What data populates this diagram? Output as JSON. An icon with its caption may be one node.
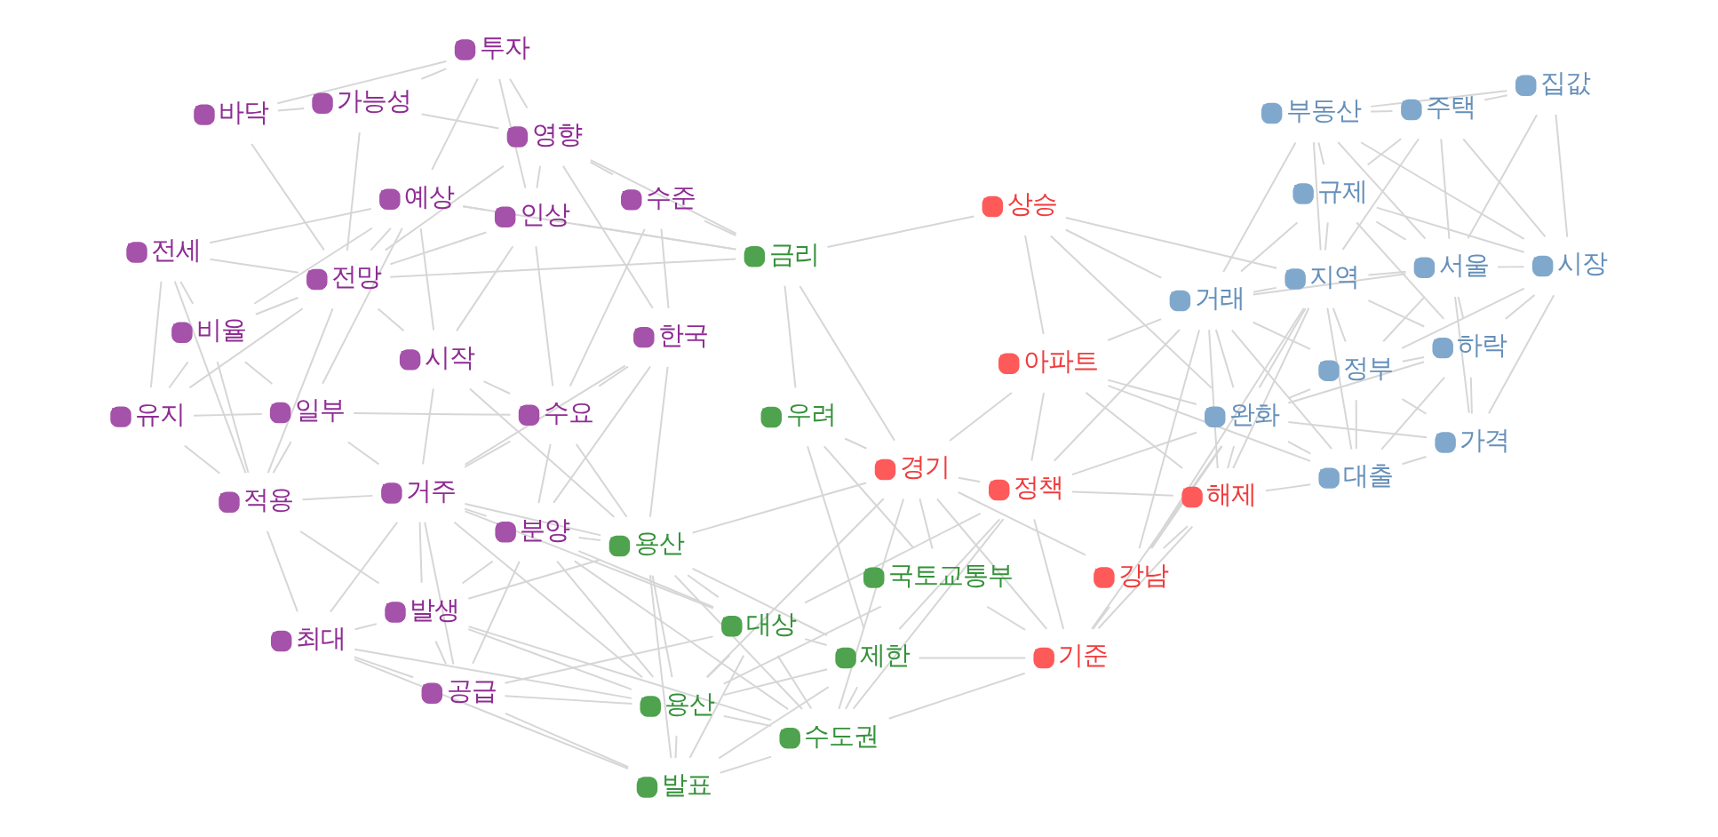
{
  "diagram": {
    "nodes": [
      {
        "text": [
          "발표"
        ]
      },
      {
        "text": [
          "정책"
        ]
      },
      {
        "text": [
          "제한"
        ]
      },
      {
        "text": [
          "대상"
        ]
      },
      {
        "text": [
          "수도권"
        ]
      },
      {
        "text": [
          "공급"
        ]
      },
      {
        "text": [
          "아파트"
        ]
      },
      {
        "text": [
          "기준"
        ]
      },
      {
        "text": [
          "최대"
        ]
      },
      {
        "text": [
          "해제"
        ]
      },
      {
        "text": [
          "용산"
        ]
      },
      {
        "text": [
          "국토교통부"
        ]
      },
      {
        "text": [
          "대출"
        ]
      },
      {
        "text": [
          "우려"
        ]
      },
      {
        "text": [
          "발생"
        ]
      },
      {
        "text": [
          "분양"
        ]
      },
      {
        "text": [
          "강남"
        ]
      },
      {
        "text": [
          "경기"
        ]
      },
      {
        "text": [
          "완화"
        ]
      },
      {
        "text": [
          "적용"
        ]
      },
      {
        "text": [
          "거주"
        ]
      },
      {
        "text": [
          "용산"
        ]
      },
      {
        "text": [
          "정부"
        ]
      },
      {
        "text": [
          "거래"
        ]
      },
      {
        "text": [
          "상승"
        ]
      },
      {
        "text": [
          "유지"
        ]
      },
      {
        "text": [
          "일부"
        ]
      },
      {
        "text": [
          "수요"
        ]
      },
      {
        "text": [
          "한국"
        ]
      },
      {
        "text": [
          "가격"
        ]
      },
      {
        "text": [
          "지역"
        ]
      },
      {
        "text": [
          "하락"
        ]
      },
      {
        "text": [
          "비율"
        ]
      },
      {
        "text": [
          "수준"
        ]
      },
      {
        "text": [
          "금리"
        ]
      },
      {
        "text": [
          "시작"
        ]
      },
      {
        "text": [
          "전세"
        ]
      },
      {
        "text": [
          "서울"
        ]
      },
      {
        "text": [
          "규제"
        ]
      },
      {
        "text": [
          "예상"
        ]
      },
      {
        "text": [
          "전망"
        ]
      },
      {
        "text": [
          "인상"
        ]
      },
      {
        "text": [
          "부동산"
        ]
      },
      {
        "text": [
          "시장"
        ]
      },
      {
        "text": [
          "영향"
        ]
      },
      {
        "text": [
          "가능성"
        ]
      },
      {
        "text": [
          "투자"
        ]
      },
      {
        "text": [
          "주택"
        ]
      },
      {
        "text": [
          "바닥"
        ]
      },
      {
        "text": [
          "집값"
        ]
      }
    ],
    "edges": [
      {
        "from": 0,
        "to": 3,
        "arrow": "none"
      },
      {
        "from": 0,
        "to": 4,
        "arrow": "none"
      },
      {
        "from": 0,
        "to": 10,
        "arrow": "none"
      },
      {
        "from": 0,
        "to": 2,
        "arrow": "none"
      },
      {
        "from": 0,
        "to": 8,
        "arrow": "none"
      },
      {
        "from": 0,
        "to": 5,
        "arrow": "none"
      },
      {
        "from": 0,
        "to": 21,
        "arrow": "none"
      },
      {
        "from": 1,
        "to": 2,
        "arrow": "none"
      },
      {
        "from": 1,
        "to": 4,
        "arrow": "none"
      },
      {
        "from": 1,
        "to": 3,
        "arrow": "none"
      },
      {
        "from": 1,
        "to": 17,
        "arrow": "none"
      },
      {
        "from": 1,
        "to": 9,
        "arrow": "none"
      },
      {
        "from": 1,
        "to": 6,
        "arrow": "none"
      },
      {
        "from": 1,
        "to": 18,
        "arrow": "none"
      },
      {
        "from": 1,
        "to": 23,
        "arrow": "none"
      },
      {
        "from": 1,
        "to": 7,
        "arrow": "none"
      },
      {
        "from": 2,
        "to": 3,
        "arrow": "none"
      },
      {
        "from": 2,
        "to": 4,
        "arrow": "none"
      },
      {
        "from": 2,
        "to": 13,
        "arrow": "none"
      },
      {
        "from": 2,
        "to": 21,
        "arrow": "none"
      },
      {
        "from": 2,
        "to": 10,
        "arrow": "none"
      },
      {
        "from": 2,
        "to": 7,
        "arrow": "none"
      },
      {
        "from": 3,
        "to": 4,
        "arrow": "none"
      },
      {
        "from": 3,
        "to": 10,
        "arrow": "none"
      },
      {
        "from": 3,
        "to": 21,
        "arrow": "none"
      },
      {
        "from": 3,
        "to": 5,
        "arrow": "none"
      },
      {
        "from": 3,
        "to": 15,
        "arrow": "none"
      },
      {
        "from": 3,
        "to": 20,
        "arrow": "none"
      },
      {
        "from": 4,
        "to": 21,
        "arrow": "none"
      },
      {
        "from": 4,
        "to": 17,
        "arrow": "none"
      },
      {
        "from": 4,
        "to": 7,
        "arrow": "none"
      },
      {
        "from": 4,
        "to": 10,
        "arrow": "none"
      },
      {
        "from": 4,
        "to": 15,
        "arrow": "none"
      },
      {
        "from": 4,
        "to": 14,
        "arrow": "none"
      },
      {
        "from": 7,
        "to": 9,
        "arrow": "none"
      },
      {
        "from": 7,
        "to": 16,
        "arrow": "none"
      },
      {
        "from": 7,
        "to": 11,
        "arrow": "none"
      },
      {
        "from": 7,
        "to": 17,
        "arrow": "none"
      },
      {
        "from": 7,
        "to": 18,
        "arrow": "none"
      },
      {
        "from": 9,
        "to": 16,
        "arrow": "none"
      },
      {
        "from": 9,
        "to": 6,
        "arrow": "none"
      },
      {
        "from": 9,
        "to": 18,
        "arrow": "none"
      },
      {
        "from": 9,
        "to": 23,
        "arrow": "none"
      },
      {
        "from": 9,
        "to": 30,
        "arrow": "none"
      },
      {
        "from": 9,
        "to": 12,
        "arrow": "none"
      },
      {
        "from": 6,
        "to": 24,
        "arrow": "none"
      },
      {
        "from": 6,
        "to": 17,
        "arrow": "none"
      },
      {
        "from": 6,
        "to": 18,
        "arrow": "none"
      },
      {
        "from": 6,
        "to": 12,
        "arrow": "none"
      },
      {
        "from": 6,
        "to": 23,
        "arrow": "none"
      },
      {
        "from": 11,
        "to": 13,
        "arrow": "none"
      },
      {
        "from": 11,
        "to": 17,
        "arrow": "none"
      },
      {
        "from": 11,
        "to": 10,
        "arrow": "none"
      },
      {
        "from": 13,
        "to": 34,
        "arrow": "none"
      },
      {
        "from": 13,
        "to": 17,
        "arrow": "none"
      },
      {
        "from": 16,
        "to": 17,
        "arrow": "none"
      },
      {
        "from": 16,
        "to": 18,
        "arrow": "none"
      },
      {
        "from": 16,
        "to": 23,
        "arrow": "none"
      },
      {
        "from": 16,
        "to": 30,
        "arrow": "none"
      },
      {
        "from": 17,
        "to": 34,
        "arrow": "none"
      },
      {
        "from": 17,
        "to": 21,
        "arrow": "none"
      },
      {
        "from": 17,
        "to": 10,
        "arrow": "none"
      },
      {
        "from": 24,
        "to": 34,
        "arrow": "none"
      },
      {
        "from": 24,
        "to": 18,
        "arrow": "none"
      },
      {
        "from": 24,
        "to": 23,
        "arrow": "none"
      },
      {
        "from": 21,
        "to": 15,
        "arrow": "none"
      },
      {
        "from": 21,
        "to": 20,
        "arrow": "none"
      },
      {
        "from": 21,
        "to": 28,
        "arrow": "none"
      },
      {
        "from": 21,
        "to": 27,
        "arrow": "none"
      },
      {
        "from": 21,
        "to": 14,
        "arrow": "none"
      },
      {
        "from": 21,
        "to": 35,
        "arrow": "none"
      },
      {
        "from": 21,
        "to": 10,
        "arrow": "none"
      },
      {
        "from": 10,
        "to": 15,
        "arrow": "none"
      },
      {
        "from": 10,
        "to": 20,
        "arrow": "none"
      },
      {
        "from": 10,
        "to": 5,
        "arrow": "none"
      },
      {
        "from": 10,
        "to": 14,
        "arrow": "none"
      },
      {
        "from": 10,
        "to": 8,
        "arrow": "none"
      },
      {
        "from": 34,
        "to": 41,
        "arrow": "none"
      },
      {
        "from": 34,
        "to": 40,
        "arrow": "none"
      },
      {
        "from": 34,
        "to": 33,
        "arrow": "none"
      },
      {
        "from": 34,
        "to": 39,
        "arrow": "none"
      },
      {
        "from": 34,
        "to": 44,
        "arrow": "none"
      },
      {
        "from": 5,
        "to": 8,
        "arrow": "none"
      },
      {
        "from": 5,
        "to": 14,
        "arrow": "none"
      },
      {
        "from": 5,
        "to": 20,
        "arrow": "none"
      },
      {
        "from": 5,
        "to": 15,
        "arrow": "none"
      },
      {
        "from": 8,
        "to": 14,
        "arrow": "none"
      },
      {
        "from": 8,
        "to": 19,
        "arrow": "none"
      },
      {
        "from": 8,
        "to": 20,
        "arrow": "none"
      },
      {
        "from": 14,
        "to": 19,
        "arrow": "none"
      },
      {
        "from": 14,
        "to": 15,
        "arrow": "none"
      },
      {
        "from": 14,
        "to": 20,
        "arrow": "none"
      },
      {
        "from": 15,
        "to": 20,
        "arrow": "none"
      },
      {
        "from": 15,
        "to": 27,
        "arrow": "none"
      },
      {
        "from": 15,
        "to": 28,
        "arrow": "none"
      },
      {
        "from": 19,
        "to": 20,
        "arrow": "none"
      },
      {
        "from": 19,
        "to": 25,
        "arrow": "none"
      },
      {
        "from": 19,
        "to": 26,
        "arrow": "none"
      },
      {
        "from": 19,
        "to": 32,
        "arrow": "none"
      },
      {
        "from": 19,
        "to": 36,
        "arrow": "none"
      },
      {
        "from": 19,
        "to": 40,
        "arrow": "none"
      },
      {
        "from": 20,
        "to": 27,
        "arrow": "none"
      },
      {
        "from": 20,
        "to": 28,
        "arrow": "none"
      },
      {
        "from": 20,
        "to": 35,
        "arrow": "none"
      },
      {
        "from": 20,
        "to": 26,
        "arrow": "none"
      },
      {
        "from": 25,
        "to": 26,
        "arrow": "none"
      },
      {
        "from": 25,
        "to": 32,
        "arrow": "none"
      },
      {
        "from": 25,
        "to": 36,
        "arrow": "none"
      },
      {
        "from": 25,
        "to": 40,
        "arrow": "none"
      },
      {
        "from": 26,
        "to": 27,
        "arrow": "none"
      },
      {
        "from": 26,
        "to": 32,
        "arrow": "none"
      },
      {
        "from": 26,
        "to": 39,
        "arrow": "none"
      },
      {
        "from": 27,
        "to": 28,
        "arrow": "none"
      },
      {
        "from": 27,
        "to": 35,
        "arrow": "none"
      },
      {
        "from": 27,
        "to": 33,
        "arrow": "none"
      },
      {
        "from": 27,
        "to": 41,
        "arrow": "none"
      },
      {
        "from": 28,
        "to": 33,
        "arrow": "none"
      },
      {
        "from": 28,
        "to": 44,
        "arrow": "none"
      },
      {
        "from": 32,
        "to": 36,
        "arrow": "none"
      },
      {
        "from": 32,
        "to": 40,
        "arrow": "none"
      },
      {
        "from": 32,
        "to": 39,
        "arrow": "none"
      },
      {
        "from": 36,
        "to": 40,
        "arrow": "none"
      },
      {
        "from": 36,
        "to": 39,
        "arrow": "none"
      },
      {
        "from": 35,
        "to": 39,
        "arrow": "none"
      },
      {
        "from": 35,
        "to": 41,
        "arrow": "none"
      },
      {
        "from": 35,
        "to": 40,
        "arrow": "none"
      },
      {
        "from": 39,
        "to": 40,
        "arrow": "none"
      },
      {
        "from": 39,
        "to": 41,
        "arrow": "none"
      },
      {
        "from": 39,
        "to": 46,
        "arrow": "none"
      },
      {
        "from": 40,
        "to": 45,
        "arrow": "none"
      },
      {
        "from": 40,
        "to": 48,
        "arrow": "none"
      },
      {
        "from": 40,
        "to": 44,
        "arrow": "none"
      },
      {
        "from": 40,
        "to": 41,
        "arrow": "none"
      },
      {
        "from": 41,
        "to": 44,
        "arrow": "none"
      },
      {
        "from": 41,
        "to": 46,
        "arrow": "none"
      },
      {
        "from": 44,
        "to": 46,
        "arrow": "none"
      },
      {
        "from": 44,
        "to": 45,
        "arrow": "none"
      },
      {
        "from": 45,
        "to": 46,
        "arrow": "none"
      },
      {
        "from": 45,
        "to": 48,
        "arrow": "none"
      },
      {
        "from": 46,
        "to": 48,
        "arrow": "none"
      },
      {
        "from": 33,
        "to": 44,
        "arrow": "none"
      },
      {
        "from": 12,
        "to": 18,
        "arrow": "none"
      },
      {
        "from": 12,
        "to": 23,
        "arrow": "none"
      },
      {
        "from": 12,
        "to": 22,
        "arrow": "none"
      },
      {
        "from": 12,
        "to": 30,
        "arrow": "none"
      },
      {
        "from": 12,
        "to": 29,
        "arrow": "none"
      },
      {
        "from": 12,
        "to": 31,
        "arrow": "none"
      },
      {
        "from": 18,
        "to": 23,
        "arrow": "none"
      },
      {
        "from": 18,
        "to": 30,
        "arrow": "none"
      },
      {
        "from": 18,
        "to": 22,
        "arrow": "none"
      },
      {
        "from": 18,
        "to": 29,
        "arrow": "none"
      },
      {
        "from": 18,
        "to": 31,
        "arrow": "none"
      },
      {
        "from": 23,
        "to": 30,
        "arrow": "none"
      },
      {
        "from": 23,
        "to": 22,
        "arrow": "none"
      },
      {
        "from": 23,
        "to": 38,
        "arrow": "none"
      },
      {
        "from": 23,
        "to": 37,
        "arrow": "none"
      },
      {
        "from": 23,
        "to": 42,
        "arrow": "none"
      },
      {
        "from": 22,
        "to": 29,
        "arrow": "none"
      },
      {
        "from": 22,
        "to": 31,
        "arrow": "none"
      },
      {
        "from": 22,
        "to": 37,
        "arrow": "none"
      },
      {
        "from": 22,
        "to": 43,
        "arrow": "none"
      },
      {
        "from": 22,
        "to": 30,
        "arrow": "none"
      },
      {
        "from": 29,
        "to": 31,
        "arrow": "none"
      },
      {
        "from": 29,
        "to": 37,
        "arrow": "none"
      },
      {
        "from": 29,
        "to": 43,
        "arrow": "none"
      },
      {
        "from": 30,
        "to": 31,
        "arrow": "none"
      },
      {
        "from": 30,
        "to": 38,
        "arrow": "none"
      },
      {
        "from": 30,
        "to": 42,
        "arrow": "none"
      },
      {
        "from": 30,
        "to": 37,
        "arrow": "none"
      },
      {
        "from": 30,
        "to": 47,
        "arrow": "none"
      },
      {
        "from": 31,
        "to": 37,
        "arrow": "none"
      },
      {
        "from": 31,
        "to": 38,
        "arrow": "none"
      },
      {
        "from": 31,
        "to": 43,
        "arrow": "none"
      },
      {
        "from": 37,
        "to": 38,
        "arrow": "none"
      },
      {
        "from": 37,
        "to": 43,
        "arrow": "none"
      },
      {
        "from": 37,
        "to": 42,
        "arrow": "none"
      },
      {
        "from": 37,
        "to": 49,
        "arrow": "none"
      },
      {
        "from": 37,
        "to": 47,
        "arrow": "none"
      },
      {
        "from": 38,
        "to": 42,
        "arrow": "none"
      },
      {
        "from": 38,
        "to": 43,
        "arrow": "none"
      },
      {
        "from": 38,
        "to": 47,
        "arrow": "none"
      },
      {
        "from": 42,
        "to": 43,
        "arrow": "none"
      },
      {
        "from": 42,
        "to": 47,
        "arrow": "none"
      },
      {
        "from": 42,
        "to": 49,
        "arrow": "none"
      },
      {
        "from": 43,
        "to": 47,
        "arrow": "none"
      },
      {
        "from": 43,
        "to": 49,
        "arrow": "none"
      },
      {
        "from": 47,
        "to": 49,
        "arrow": "none"
      },
      {
        "from": 24,
        "to": 30,
        "arrow": "none"
      }
    ]
  }
}
